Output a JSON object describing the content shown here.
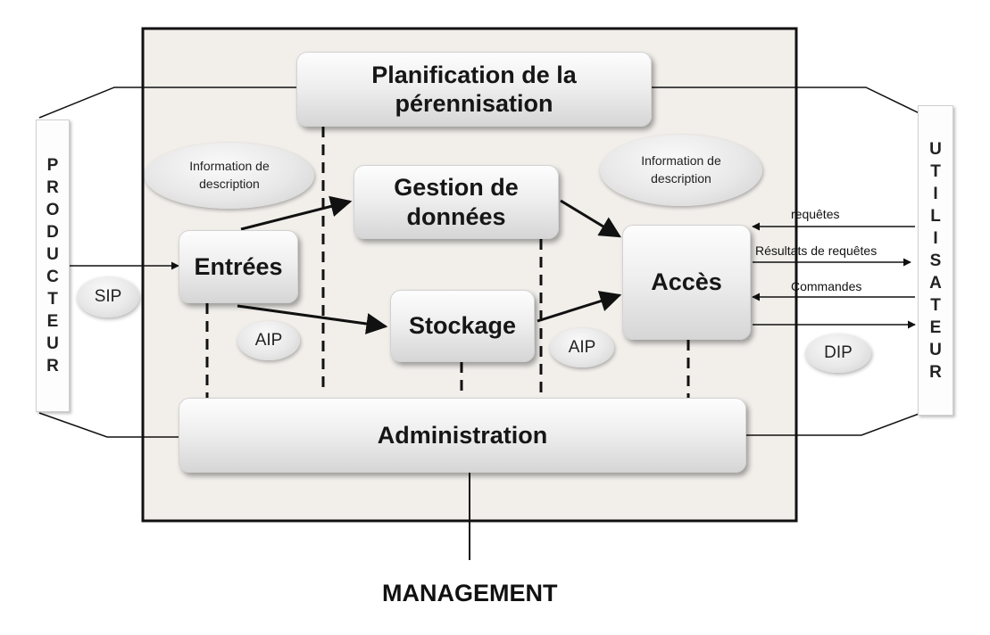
{
  "processes": {
    "planification": "Planification de la pérennisation",
    "gestion": "Gestion de données",
    "entrees": "Entrées",
    "stockage": "Stockage",
    "acces": "Accès",
    "administration": "Administration"
  },
  "packages": {
    "info_desc_left": "Information de description",
    "info_desc_right": "Information de description",
    "sip": "SIP",
    "aip_left": "AIP",
    "aip_right": "AIP",
    "dip": "DIP"
  },
  "flows": {
    "requetes": "requêtes",
    "resultats": "Résultats de requêtes",
    "commandes": "Commandes"
  },
  "actors": {
    "producteur": [
      "P",
      "R",
      "O",
      "D",
      "U",
      "C",
      "T",
      "E",
      "U",
      "R"
    ],
    "utilisateur": [
      "U",
      "T",
      "I",
      "L",
      "I",
      "S",
      "A",
      "T",
      "E",
      "U",
      "R"
    ]
  },
  "footer": "MANAGEMENT",
  "colors": {
    "frame_fill": "#f2efeb",
    "box_light": "#fdfdfd",
    "box_dark": "#d6d6d6",
    "lines": "#111111"
  }
}
